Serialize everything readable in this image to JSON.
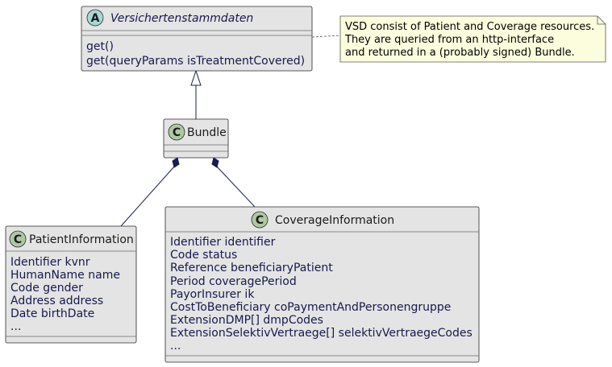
{
  "classes": {
    "versicherten": {
      "stereotype": "A",
      "name": "Versichertenstammdaten",
      "abstract": true,
      "fields": [],
      "methods": [
        "get()",
        "get(queryParams isTreatmentCovered)"
      ]
    },
    "bundle": {
      "stereotype": "C",
      "name": "Bundle",
      "abstract": false,
      "fields": [],
      "methods": []
    },
    "patient": {
      "stereotype": "C",
      "name": "PatientInformation",
      "abstract": false,
      "fields": [
        "Identifier kvnr",
        "HumanName name",
        "Code gender",
        "Address address",
        "Date birthDate",
        "..."
      ],
      "methods": []
    },
    "coverage": {
      "stereotype": "C",
      "name": "CoverageInformation",
      "abstract": false,
      "fields": [
        "Identifier identifier",
        "Code status",
        "Reference beneficiaryPatient",
        "Period coveragePeriod",
        "PayorInsurer ik",
        "CostToBeneficiary coPaymentAndPersonengruppe",
        "ExtensionDMP[] dmpCodes",
        "ExtensionSelektivVertraege[] selektivVertraegeCodes",
        "..."
      ],
      "methods": []
    }
  },
  "relations": [
    {
      "from": "bundle",
      "to": "versicherten",
      "type": "inheritance"
    },
    {
      "from": "bundle",
      "to": "patient",
      "type": "composition"
    },
    {
      "from": "bundle",
      "to": "coverage",
      "type": "composition"
    }
  ],
  "note": {
    "lines": [
      "VSD consist of Patient and Coverage resources.",
      "They are queried from an http-interface",
      "and returned in a (probably signed) Bundle."
    ],
    "attached_to": "versicherten"
  },
  "colors": {
    "class_fill": "#e4e4e4",
    "abstract_badge": "#a8d8d4",
    "class_badge": "#acc9a1",
    "member_text": "#16194e",
    "edge": "#181d54",
    "note_fill": "#fcfddd"
  }
}
